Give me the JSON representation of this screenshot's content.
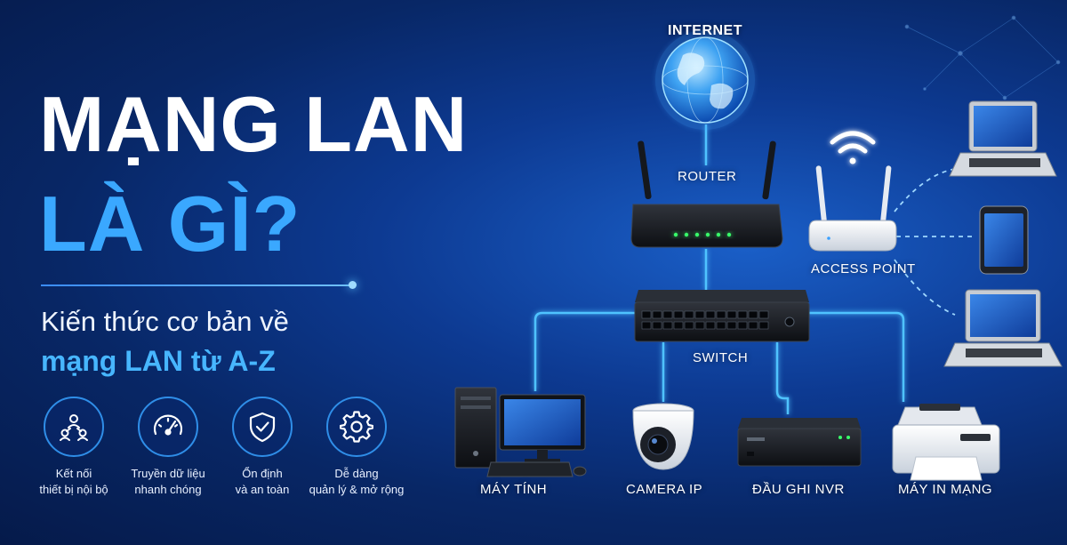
{
  "title": {
    "line1": "MẠNG LAN",
    "line2": "LÀ GÌ?"
  },
  "subtitle": {
    "line1": "Kiến thức cơ bản về",
    "line2": "mạng LAN từ A-Z"
  },
  "features": [
    {
      "icon": "users-network-icon",
      "line1": "Kết nối",
      "line2": "thiết bị nội bộ"
    },
    {
      "icon": "speedometer-icon",
      "line1": "Truyền dữ liệu",
      "line2": "nhanh chóng"
    },
    {
      "icon": "shield-check-icon",
      "line1": "Ổn định",
      "line2": "và an toàn"
    },
    {
      "icon": "gear-icon",
      "line1": "Dễ dàng",
      "line2": "quản lý & mở rộng"
    }
  ],
  "nodes": {
    "internet": "INTERNET",
    "router": "ROUTER",
    "switch": "SWITCH",
    "access_point": "ACCESS POINT",
    "computer": "MÁY TÍNH",
    "camera": "CAMERA IP",
    "nvr": "ĐẦU GHI NVR",
    "printer": "MÁY IN MẠNG"
  },
  "colors": {
    "accent": "#3aa8ff",
    "link": "#4fc3ff",
    "background": "#0b2f7a"
  }
}
